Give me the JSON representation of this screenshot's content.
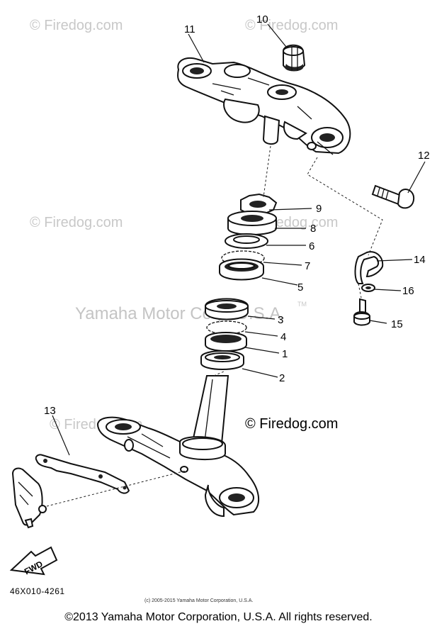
{
  "watermarks": {
    "repeat": "© Firedog.com",
    "center": "Yamaha Motor Corp. U.S.A.",
    "tm": "TM"
  },
  "logo_text": "© Firedog.com",
  "callouts": {
    "p1": "1",
    "p2": "2",
    "p3": "3",
    "p4": "4",
    "p5": "5",
    "p6": "6",
    "p7": "7",
    "p8": "8",
    "p9": "9",
    "p10": "10",
    "p11": "11",
    "p12": "12",
    "p13": "13",
    "p14": "14",
    "p15": "15",
    "p16": "16"
  },
  "fwd_label": "FWD",
  "diagram_code": "46X010-4261",
  "credit_line": "(c) 2005-2015 Yamaha Motor Corporation, U.S.A.",
  "footer": "©2013 Yamaha Motor Corporation, U.S.A. All rights reserved."
}
